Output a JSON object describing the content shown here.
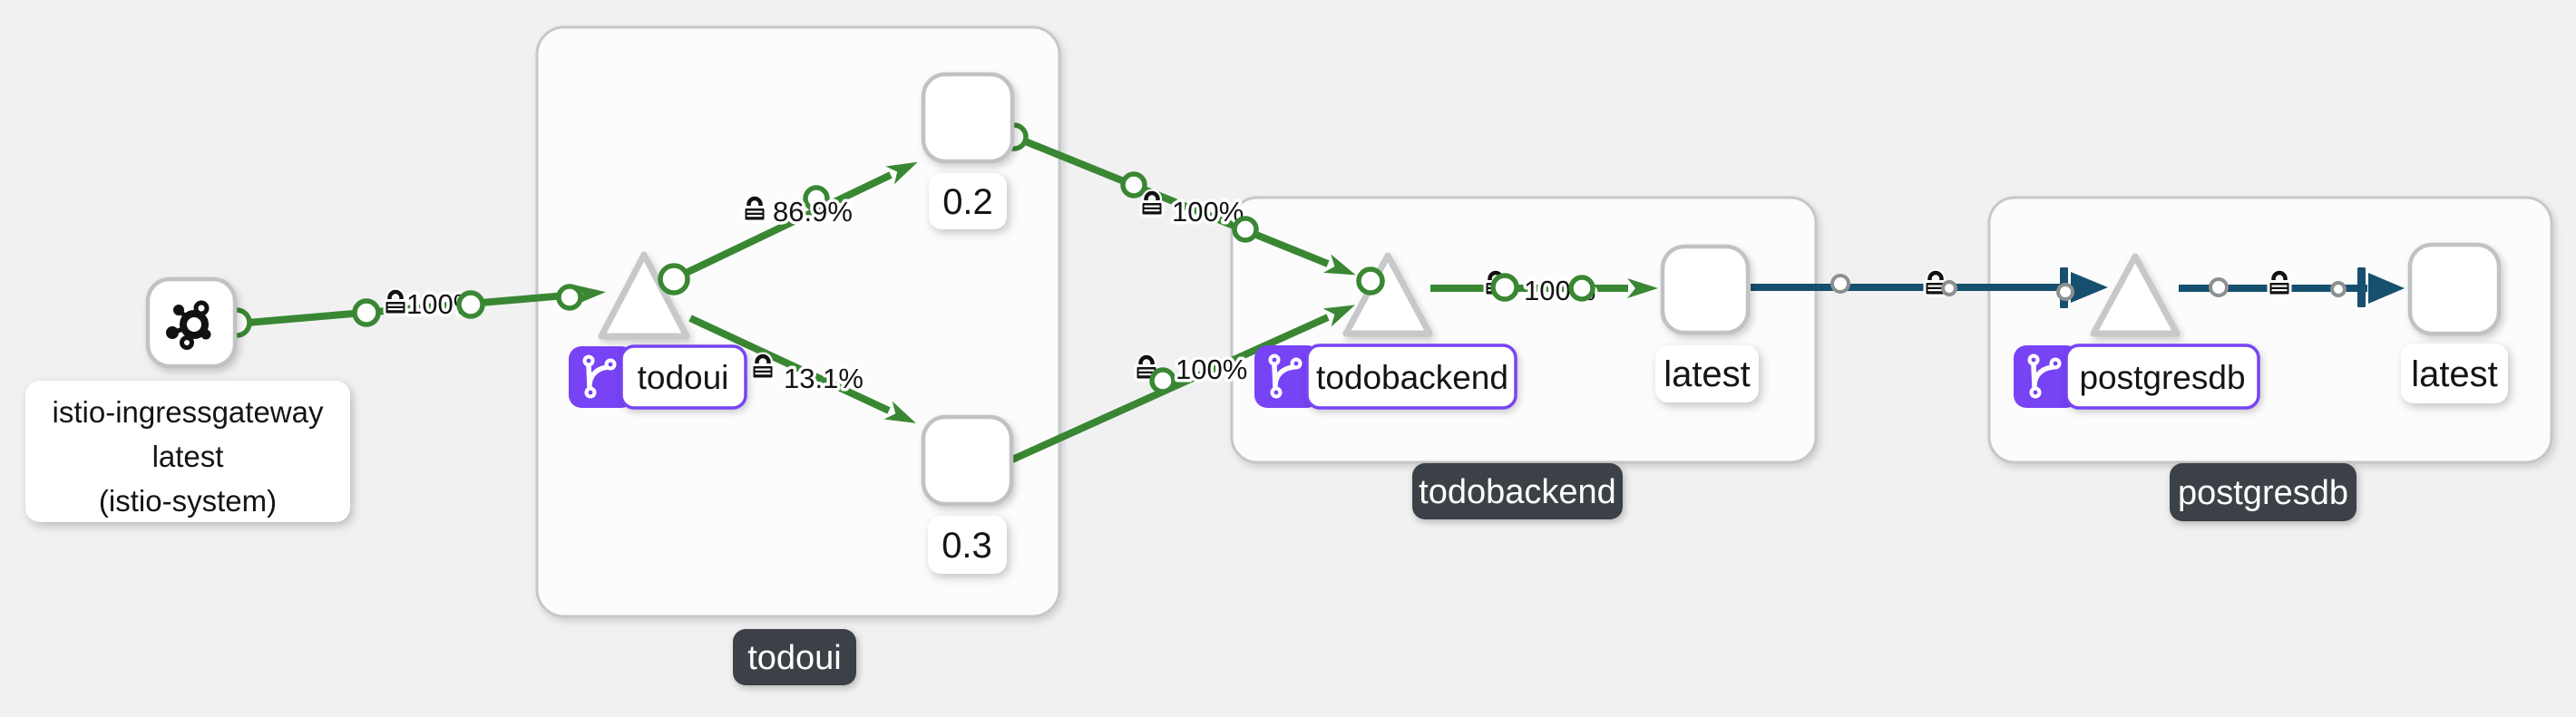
{
  "app": {
    "view": "service-mesh-traffic-graph"
  },
  "colors": {
    "background": "#f1f1f2",
    "edge_http": "#3a8733",
    "edge_tcp": "#16506e",
    "badge_purple": "#7743f5",
    "group_label_bg": "#3c4147",
    "node_border": "#c0c2c4"
  },
  "icons": {
    "gateway": "mesh-gateway-icon",
    "app_badge": "code-branch-icon",
    "edge_security": "lock-icon",
    "arrowhead": "arrowhead-icon"
  },
  "gateway": {
    "line1": "istio-ingressgateway",
    "line2": "latest",
    "line3": "(istio-system)"
  },
  "groups": {
    "todoui": {
      "badge": "todoui",
      "label": "todoui"
    },
    "todobackend": {
      "badge": "todobackend",
      "label": "todobackend"
    },
    "postgresdb": {
      "badge": "postgresdb",
      "label": "postgresdb"
    }
  },
  "workloads": {
    "todoui_v02": "0.2",
    "todoui_v03": "0.3",
    "todobackend_latest": "latest",
    "postgresdb_latest": "latest"
  },
  "edges": [
    {
      "id": "gw-to-todoui",
      "from": "istio-ingressgateway",
      "to": "todoui",
      "label": "100%",
      "secured": true,
      "color": "#3a8733"
    },
    {
      "id": "todoui-to-v02",
      "from": "todoui",
      "to": "0.2",
      "label": "86.9%",
      "secured": true,
      "color": "#3a8733"
    },
    {
      "id": "todoui-to-v03",
      "from": "todoui",
      "to": "0.3",
      "label": "13.1%",
      "secured": true,
      "color": "#3a8733"
    },
    {
      "id": "v02-to-todobackend",
      "from": "0.2",
      "to": "todobackend",
      "label": "100%",
      "secured": true,
      "color": "#3a8733"
    },
    {
      "id": "v03-to-todobackend",
      "from": "0.3",
      "to": "todobackend",
      "label": "100%",
      "secured": true,
      "color": "#3a8733"
    },
    {
      "id": "todobackend-to-latest",
      "from": "todobackend",
      "to": "latest",
      "label": "100%",
      "secured": true,
      "color": "#3a8733"
    },
    {
      "id": "latest-to-postgresdb",
      "from": "latest",
      "to": "postgresdb",
      "label": "",
      "secured": true,
      "color": "#16506e"
    },
    {
      "id": "postgresdb-to-latest",
      "from": "postgresdb",
      "to": "latest",
      "label": "",
      "secured": true,
      "color": "#16506e"
    }
  ]
}
